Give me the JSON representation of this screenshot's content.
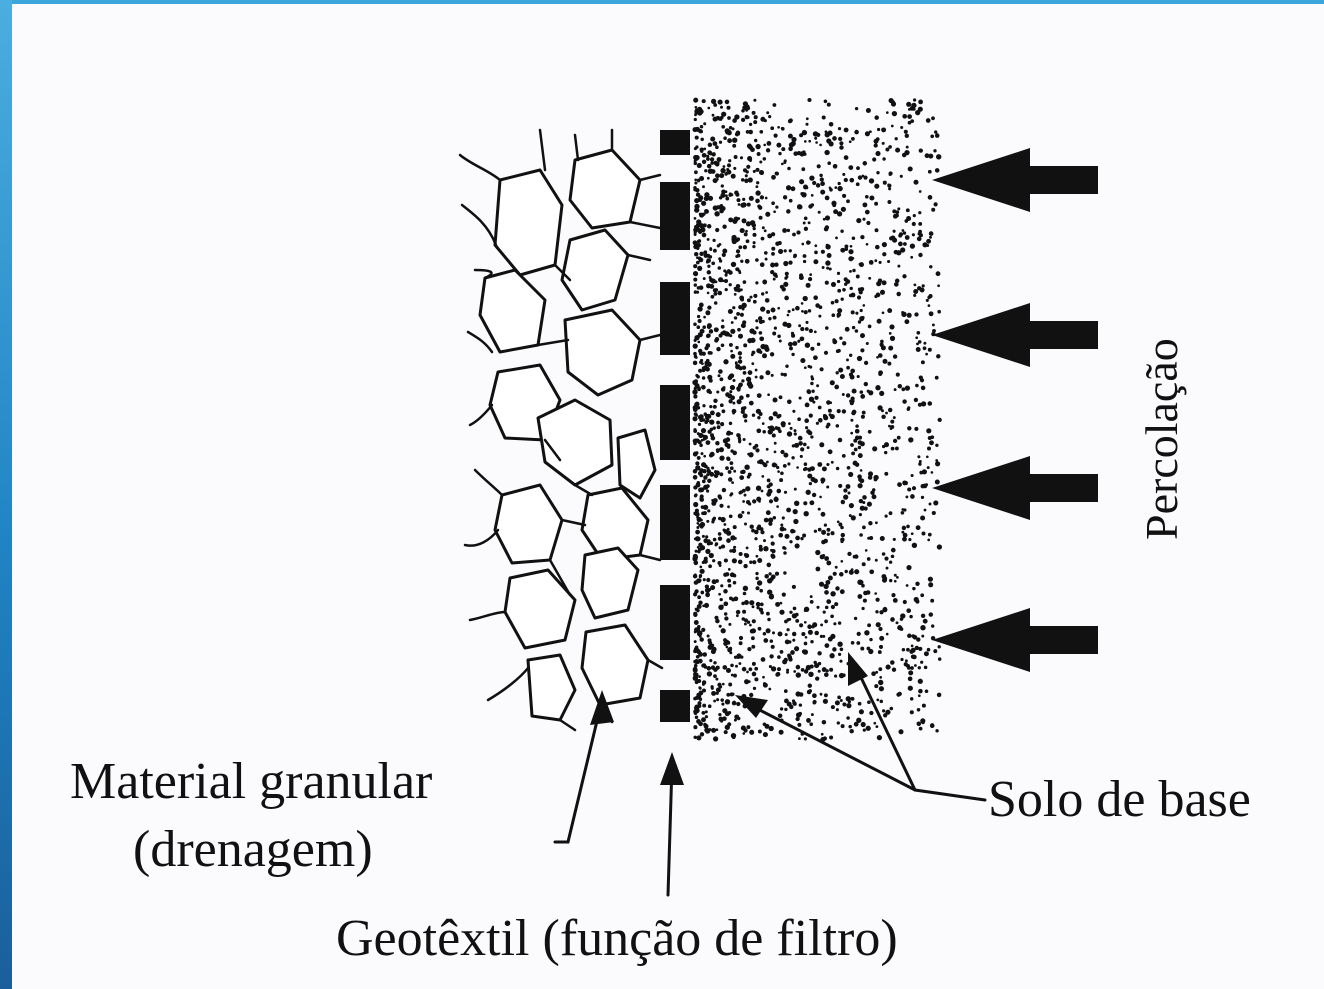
{
  "labels": {
    "material_line1": "Material granular",
    "material_line2": "(drenagem)",
    "solo": "Solo de base",
    "geotextil": "Geotêxtil (função de filtro)",
    "percolacao": "Percolação"
  },
  "colors": {
    "ink": "#111111",
    "background": "#fbfafc",
    "frame_blue": "#1f84c4"
  },
  "icons": [
    "left-arrow-icon",
    "pointer-arrow-icon"
  ]
}
